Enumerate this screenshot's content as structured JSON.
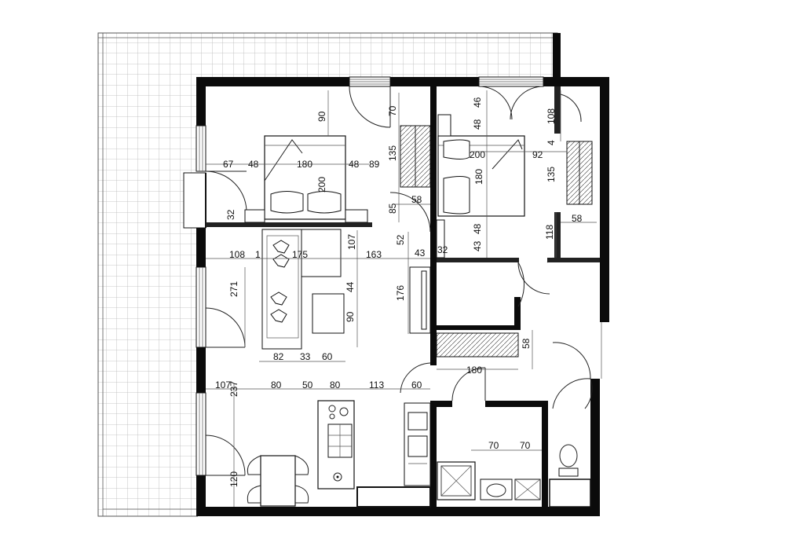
{
  "plan": {
    "colors": {
      "wall": "#0b0b0b",
      "line": "#222222",
      "grid": "#b8b8b8",
      "background": "#ffffff"
    },
    "dimensions": {
      "bed1_w": "180",
      "bed1_h": "200",
      "above_bed1": "90",
      "left_a": "67",
      "left_b": "48",
      "right_a": "48",
      "right_b": "89",
      "wardrobe1_w": "70",
      "wardrobe1_h": "135",
      "corridor_a": "85",
      "corridor_b": "58",
      "bed2_w": "200",
      "bed2_h": "180",
      "bed2_top_a": "46",
      "bed2_top_b": "48",
      "bed2_right": "92",
      "wardrobe2_h": "135",
      "wardrobe2_w": "58",
      "bed2_gap": "4",
      "bed2_top_right": "108",
      "bed2_bottom_a": "48",
      "bed2_bottom_b": "43",
      "bath_door": "118",
      "closet_w": "32",
      "sofa_left": "108",
      "sofa_gap": "1",
      "sofa_len": "175",
      "sofa_right": "107",
      "span_163": "163",
      "span_52": "52",
      "span_43": "43",
      "window_h": "271",
      "table_h": "44",
      "table_w": "90",
      "tv_unit": "176",
      "entry_32": "32",
      "below_82": "82",
      "below_33": "33",
      "below_60": "60",
      "wardrobe3": "58",
      "hall_w": "180",
      "kitchen_a": "107",
      "kitchen_h": "237",
      "kitchen_b": "80",
      "kitchen_c": "50",
      "kitchen_d": "80",
      "kitchen_e": "113",
      "kitchen_f": "60",
      "dining_h": "120",
      "wc_a": "70",
      "wc_b": "70"
    }
  }
}
